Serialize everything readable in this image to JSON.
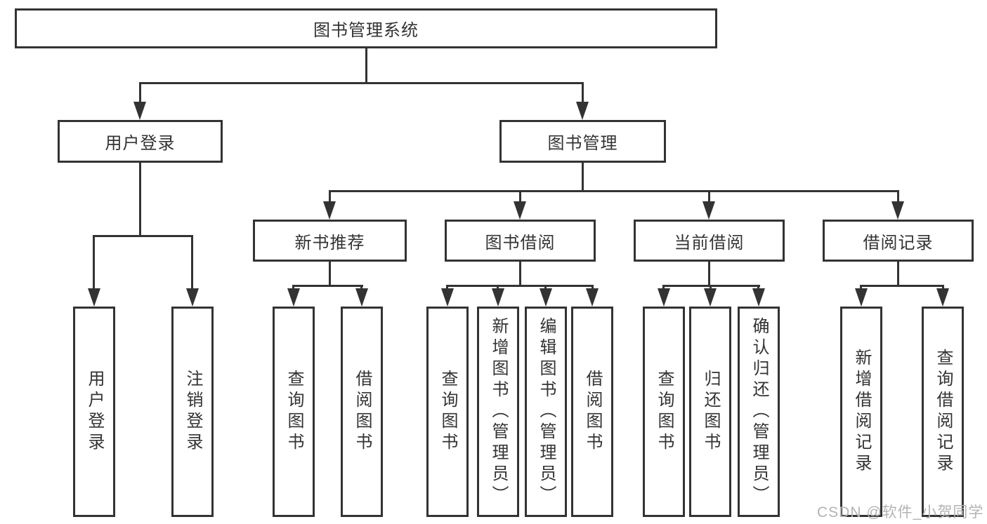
{
  "page": {
    "background": "#ffffff"
  },
  "colors": {
    "line": "#333333",
    "text": "#333333",
    "box_fill": "#ffffff",
    "watermark": "#b3b3b3"
  },
  "diagram": {
    "root": {
      "label": "图书管理系统"
    },
    "level2": [
      {
        "label": "用户登录"
      },
      {
        "label": "图书管理"
      }
    ],
    "level3": [
      {
        "label": "新书推荐"
      },
      {
        "label": "图书借阅"
      },
      {
        "label": "当前借阅"
      },
      {
        "label": "借阅记录"
      }
    ],
    "leaves": [
      {
        "label": "用户登录"
      },
      {
        "label": "注销登录"
      },
      {
        "label": "查询图书"
      },
      {
        "label": "借阅图书"
      },
      {
        "label": "查询图书"
      },
      {
        "label": "新增图书（管理员）"
      },
      {
        "label": "编辑图书（管理员）"
      },
      {
        "label": "借阅图书"
      },
      {
        "label": "查询图书"
      },
      {
        "label": "归还图书"
      },
      {
        "label": "确认归还（管理员）"
      },
      {
        "label": "新增借阅记录"
      },
      {
        "label": "查询借阅记录"
      }
    ]
  },
  "watermark": {
    "text": "CSDN @软件_小贺同学"
  }
}
